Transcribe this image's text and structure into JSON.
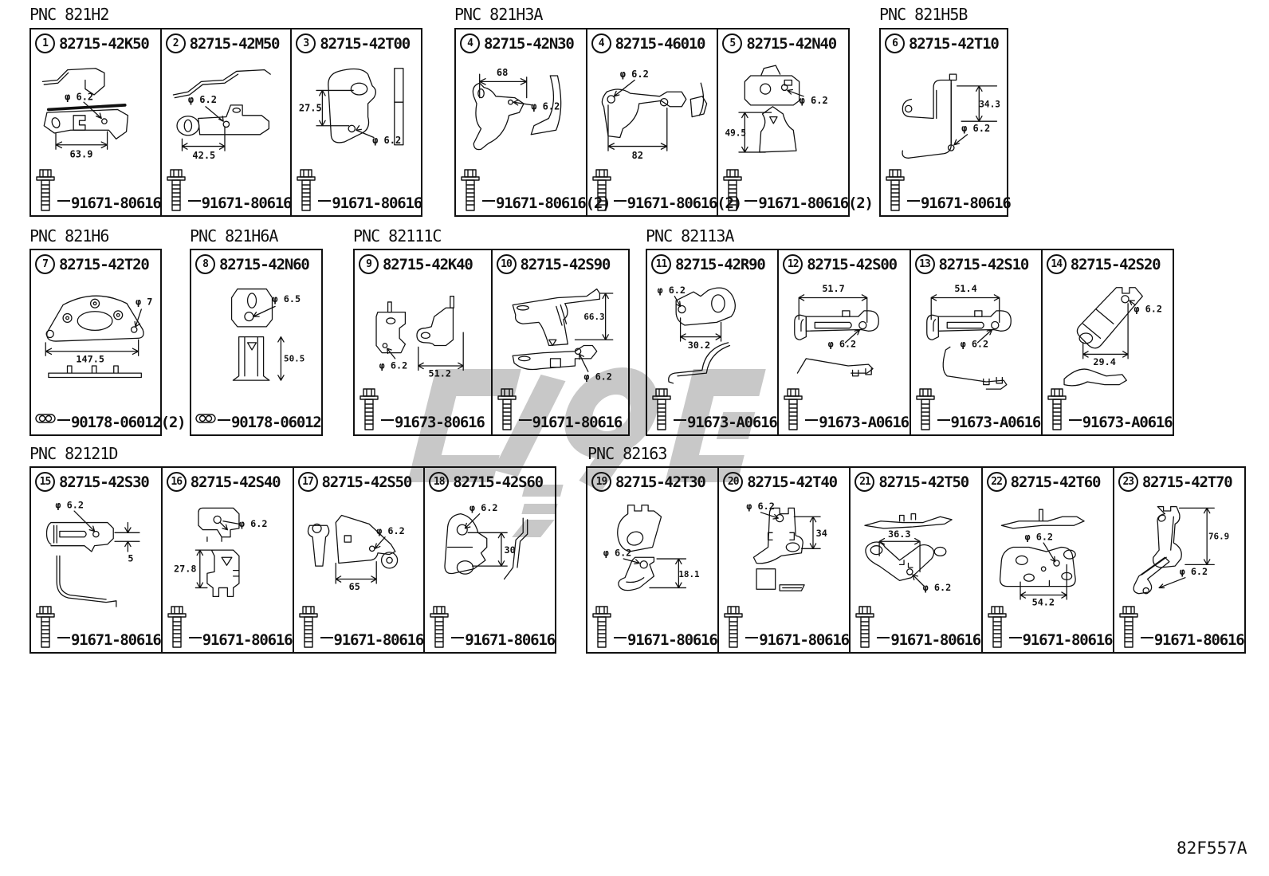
{
  "page": {
    "diagram_code": "82F557A"
  },
  "groups": [
    {
      "pnc": "PNC 821H2"
    },
    {
      "pnc": "PNC 821H3A"
    },
    {
      "pnc": "PNC 821H5B"
    },
    {
      "pnc": "PNC 821H6"
    },
    {
      "pnc": "PNC 821H6A"
    },
    {
      "pnc": "PNC 82111C"
    },
    {
      "pnc": "PNC 82113A"
    },
    {
      "pnc": "PNC 82121D"
    },
    {
      "pnc": "PNC 82163"
    }
  ],
  "cells": [
    {
      "num": "1",
      "part": "82715-42K50",
      "fastener": "91671-80616",
      "fastener_type": "bolt",
      "dims": [
        "φ 6.2",
        "63.9"
      ]
    },
    {
      "num": "2",
      "part": "82715-42M50",
      "fastener": "91671-80616",
      "fastener_type": "bolt",
      "dims": [
        "φ 6.2",
        "42.5"
      ]
    },
    {
      "num": "3",
      "part": "82715-42T00",
      "fastener": "91671-80616",
      "fastener_type": "bolt",
      "dims": [
        "27.5",
        "φ 6.2"
      ]
    },
    {
      "num": "4",
      "part": "82715-42N30",
      "fastener": "91671-80616(2)",
      "fastener_type": "bolt",
      "dims": [
        "68",
        "φ 6.2"
      ]
    },
    {
      "num": "4",
      "part": "82715-46010",
      "fastener": "91671-80616(2)",
      "fastener_type": "bolt",
      "dims": [
        "φ 6.2",
        "82"
      ]
    },
    {
      "num": "5",
      "part": "82715-42N40",
      "fastener": "91671-80616(2)",
      "fastener_type": "bolt",
      "dims": [
        "φ 6.2",
        "49.5"
      ]
    },
    {
      "num": "6",
      "part": "82715-42T10",
      "fastener": "91671-80616",
      "fastener_type": "bolt",
      "dims": [
        "34.3",
        "φ 6.2"
      ]
    },
    {
      "num": "7",
      "part": "82715-42T20",
      "fastener": "90178-06012(2)",
      "fastener_type": "nut",
      "dims": [
        "φ 7",
        "147.5"
      ]
    },
    {
      "num": "8",
      "part": "82715-42N60",
      "fastener": "90178-06012",
      "fastener_type": "nut",
      "dims": [
        "φ 6.5",
        "50.5"
      ]
    },
    {
      "num": "9",
      "part": "82715-42K40",
      "fastener": "91673-80616",
      "fastener_type": "bolt",
      "dims": [
        "φ 6.2",
        "51.2"
      ]
    },
    {
      "num": "10",
      "part": "82715-42S90",
      "fastener": "91671-80616",
      "fastener_type": "bolt",
      "dims": [
        "66.3",
        "φ 6.2"
      ]
    },
    {
      "num": "11",
      "part": "82715-42R90",
      "fastener": "91673-A0616",
      "fastener_type": "bolt",
      "dims": [
        "φ 6.2",
        "30.2"
      ]
    },
    {
      "num": "12",
      "part": "82715-42S00",
      "fastener": "91673-A0616",
      "fastener_type": "bolt",
      "dims": [
        "51.7",
        "φ 6.2"
      ]
    },
    {
      "num": "13",
      "part": "82715-42S10",
      "fastener": "91673-A0616",
      "fastener_type": "bolt",
      "dims": [
        "51.4",
        "φ 6.2"
      ]
    },
    {
      "num": "14",
      "part": "82715-42S20",
      "fastener": "91673-A0616",
      "fastener_type": "bolt",
      "dims": [
        "φ 6.2",
        "29.4"
      ]
    },
    {
      "num": "15",
      "part": "82715-42S30",
      "fastener": "91671-80616",
      "fastener_type": "bolt",
      "dims": [
        "φ 6.2",
        "5"
      ]
    },
    {
      "num": "16",
      "part": "82715-42S40",
      "fastener": "91671-80616",
      "fastener_type": "bolt",
      "dims": [
        "φ 6.2",
        "27.8"
      ]
    },
    {
      "num": "17",
      "part": "82715-42S50",
      "fastener": "91671-80616",
      "fastener_type": "bolt",
      "dims": [
        "φ 6.2",
        "65"
      ]
    },
    {
      "num": "18",
      "part": "82715-42S60",
      "fastener": "91671-80616",
      "fastener_type": "bolt",
      "dims": [
        "φ 6.2",
        "30"
      ]
    },
    {
      "num": "19",
      "part": "82715-42T30",
      "fastener": "91671-80616",
      "fastener_type": "bolt",
      "dims": [
        "φ 6.2",
        "18.1"
      ]
    },
    {
      "num": "20",
      "part": "82715-42T40",
      "fastener": "91671-80616",
      "fastener_type": "bolt",
      "dims": [
        "φ 6.2",
        "34"
      ]
    },
    {
      "num": "21",
      "part": "82715-42T50",
      "fastener": "91671-80616",
      "fastener_type": "bolt",
      "dims": [
        "36.3",
        "φ 6.2"
      ]
    },
    {
      "num": "22",
      "part": "82715-42T60",
      "fastener": "91671-80616",
      "fastener_type": "bolt",
      "dims": [
        "φ 6.2",
        "54.2"
      ]
    },
    {
      "num": "23",
      "part": "82715-42T70",
      "fastener": "91671-80616",
      "fastener_type": "bolt",
      "dims": [
        "76.9",
        "φ 6.2"
      ]
    }
  ]
}
